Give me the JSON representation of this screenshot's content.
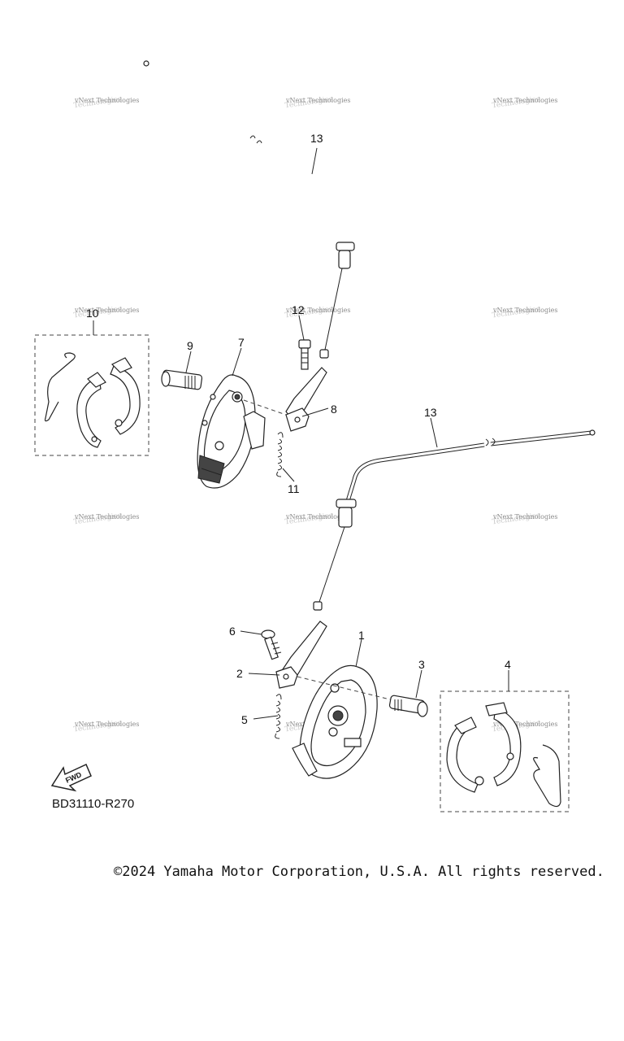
{
  "callouts": {
    "c1": "1",
    "c2": "2",
    "c3": "3",
    "c4": "4",
    "c5": "5",
    "c6": "6",
    "c7": "7",
    "c8": "8",
    "c9": "9",
    "c10": "10",
    "c11": "11",
    "c12": "12",
    "c13a": "13",
    "c13b": "13"
  },
  "watermark": {
    "line1": "vNext Technologies",
    "line2": "Technologies"
  },
  "fwd_label": "FWD",
  "diagram_code": "BD31110-R270",
  "copyright": "©2024 Yamaha Motor Corporation, U.S.A. All rights reserved."
}
